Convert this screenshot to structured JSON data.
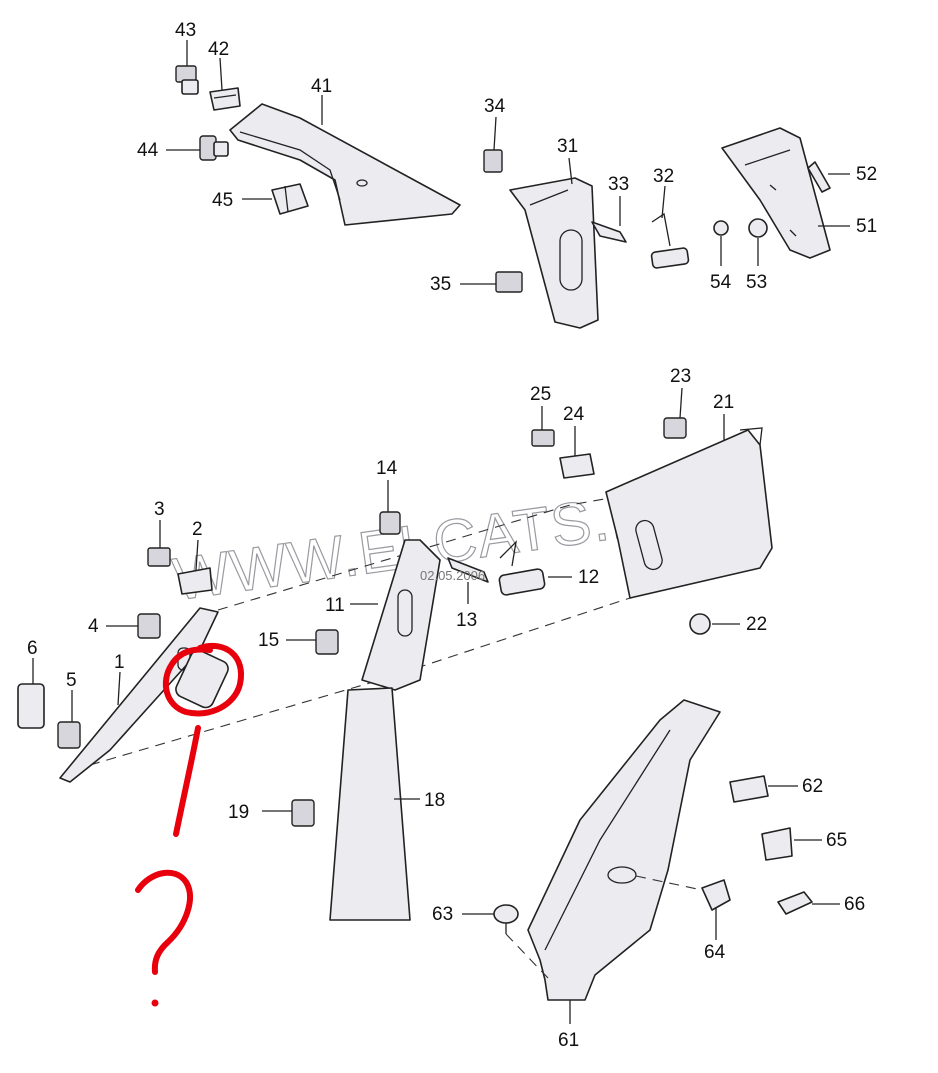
{
  "watermark": "WWW.ELCATS.RU",
  "date_stamp": "02.05.2006",
  "question_mark": "?",
  "callouts": [
    {
      "id": "43",
      "label": "43"
    },
    {
      "id": "42",
      "label": "42"
    },
    {
      "id": "41",
      "label": "41"
    },
    {
      "id": "44",
      "label": "44"
    },
    {
      "id": "45",
      "label": "45"
    },
    {
      "id": "34",
      "label": "34"
    },
    {
      "id": "31",
      "label": "31"
    },
    {
      "id": "33",
      "label": "33"
    },
    {
      "id": "32",
      "label": "32"
    },
    {
      "id": "35",
      "label": "35"
    },
    {
      "id": "52",
      "label": "52"
    },
    {
      "id": "51",
      "label": "51"
    },
    {
      "id": "54",
      "label": "54"
    },
    {
      "id": "53",
      "label": "53"
    },
    {
      "id": "23",
      "label": "23"
    },
    {
      "id": "25",
      "label": "25"
    },
    {
      "id": "24",
      "label": "24"
    },
    {
      "id": "21",
      "label": "21"
    },
    {
      "id": "14",
      "label": "14"
    },
    {
      "id": "3",
      "label": "3"
    },
    {
      "id": "2",
      "label": "2"
    },
    {
      "id": "12",
      "label": "12"
    },
    {
      "id": "13",
      "label": "13"
    },
    {
      "id": "11",
      "label": "11"
    },
    {
      "id": "22",
      "label": "22"
    },
    {
      "id": "4",
      "label": "4"
    },
    {
      "id": "15",
      "label": "15"
    },
    {
      "id": "6",
      "label": "6"
    },
    {
      "id": "5",
      "label": "5"
    },
    {
      "id": "1",
      "label": "1"
    },
    {
      "id": "19",
      "label": "19"
    },
    {
      "id": "18",
      "label": "18"
    },
    {
      "id": "62",
      "label": "62"
    },
    {
      "id": "65",
      "label": "65"
    },
    {
      "id": "66",
      "label": "66"
    },
    {
      "id": "63",
      "label": "63"
    },
    {
      "id": "64",
      "label": "64"
    },
    {
      "id": "61",
      "label": "61"
    }
  ]
}
